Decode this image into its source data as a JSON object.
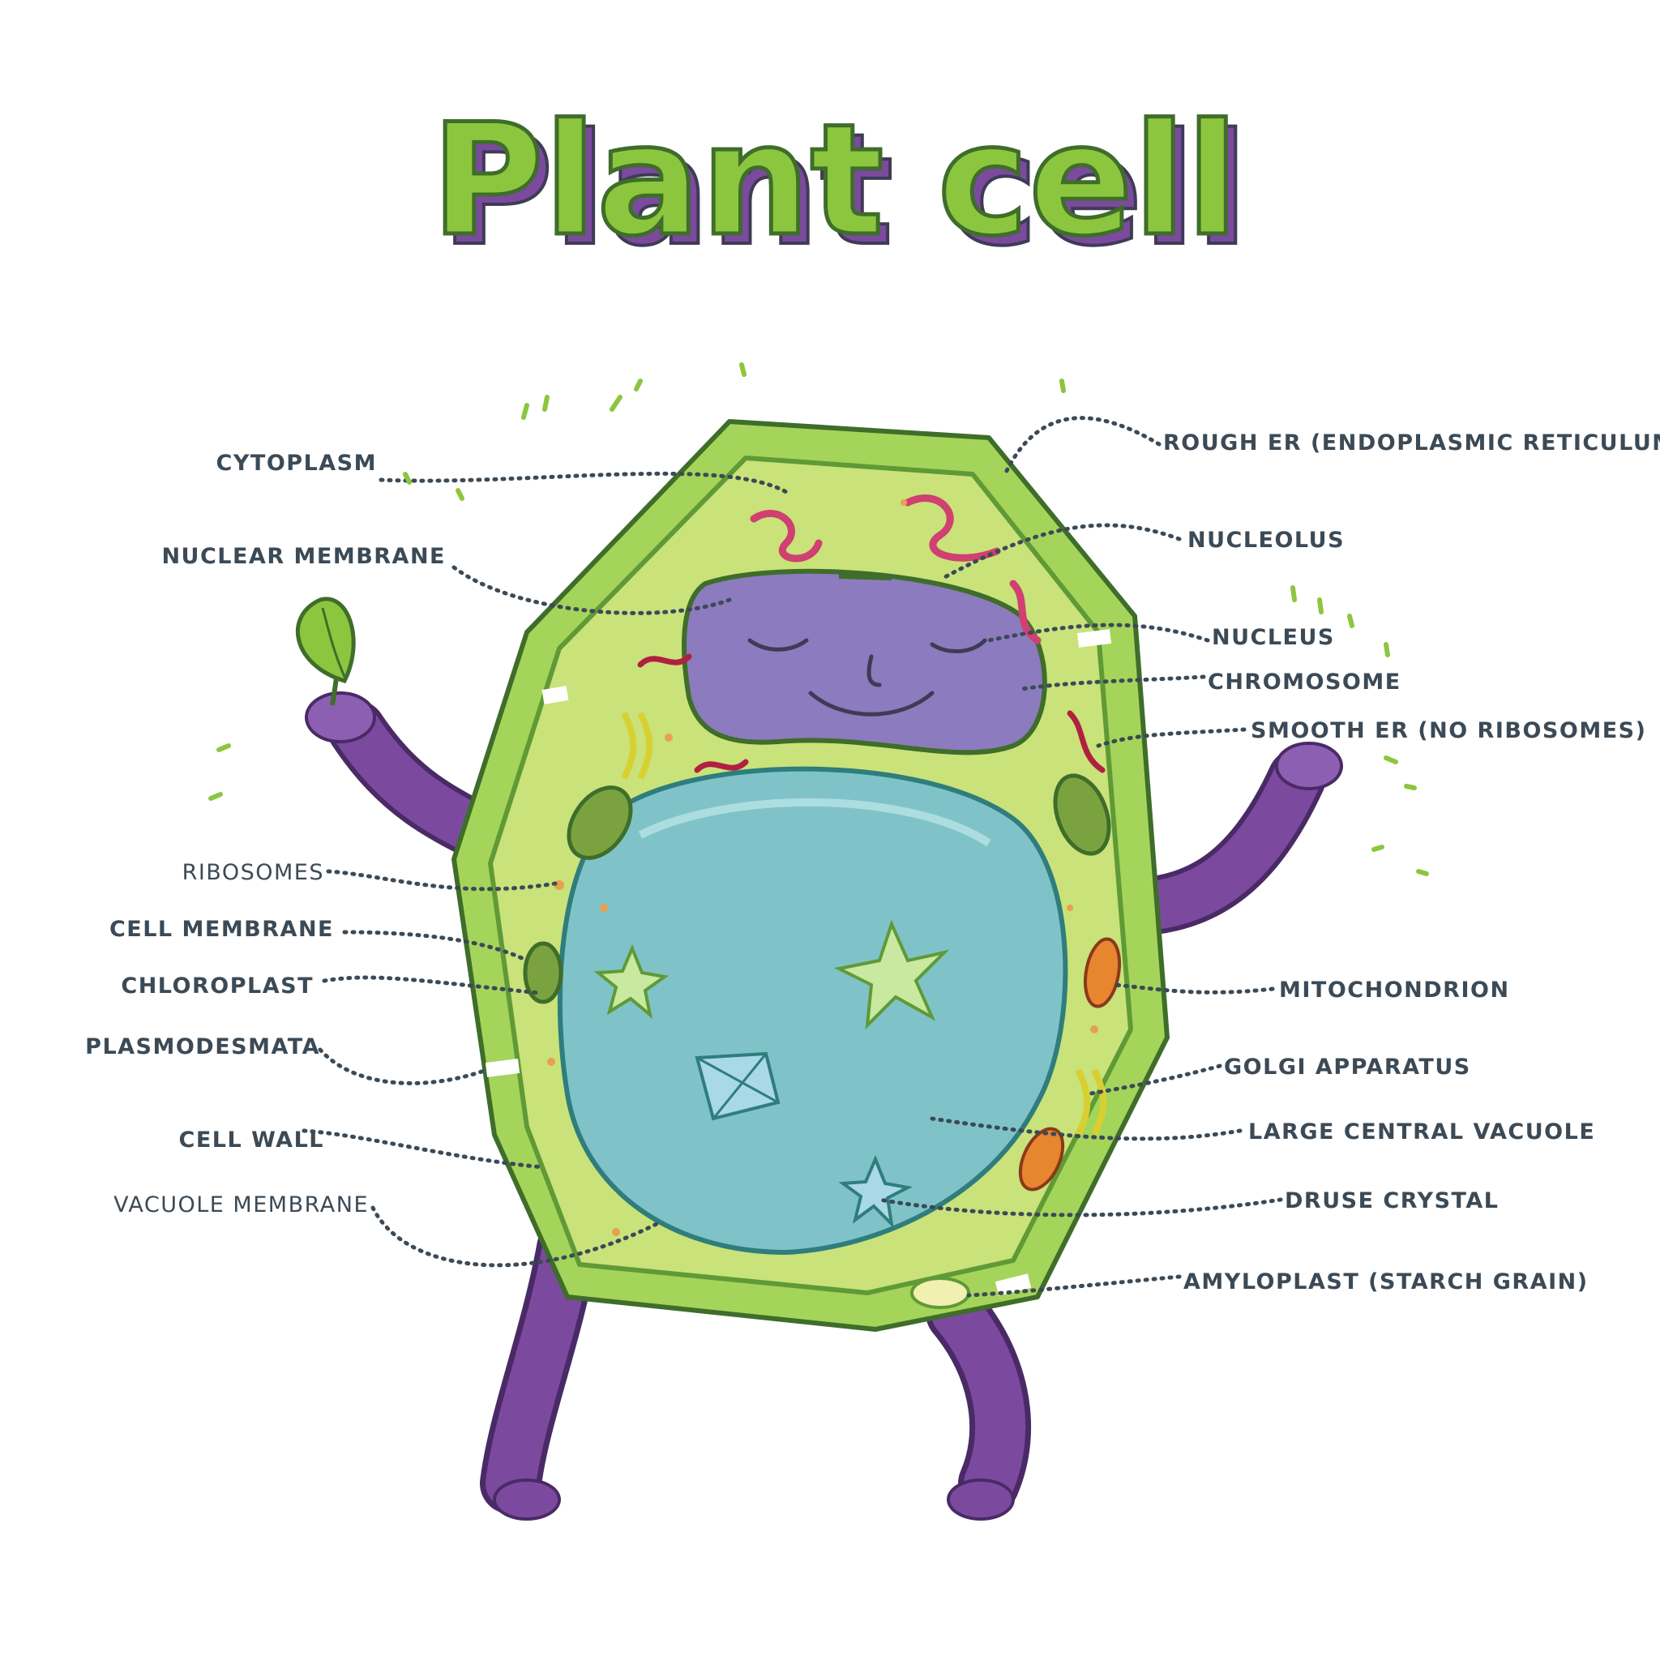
{
  "title": "Plant cell",
  "colors": {
    "title_fill": "#8cc63f",
    "title_shadow": "#7b4a9e",
    "title_outline": "#3f6d2a",
    "cell_wall": "#8cc63f",
    "cytoplasm": "#c9e27a",
    "nucleus": "#8c7bbf",
    "vacuole": "#7fc3c9",
    "limbs": "#7b4a9e",
    "label_text": "#3b4a56",
    "leader_line": "#3b4a56"
  },
  "labels": {
    "cytoplasm": "CYTOPLASM",
    "nuclear_membrane": "NUCLEAR MEMBRANE",
    "ribosomes": "RIBOSOMES",
    "cell_membrane": "CELL MEMBRANE",
    "chloroplast": "CHLOROPLAST",
    "plasmodesmata": "PLASMODESMATA",
    "cell_wall": "CELL WALL",
    "vacuole_membrane": "VACUOLE MEMBRANE",
    "rough_er": "ROUGH ER (ENDOPLASMIC RETICULUM)",
    "nucleolus": "NUCLEOLUS",
    "nucleus": "NUCLEUS",
    "chromosome": "CHROMOSOME",
    "smooth_er": "SMOOTH ER (NO RIBOSOMES)",
    "mitochondrion": "MITOCHONDRION",
    "golgi_apparatus": "GOLGI APPARATUS",
    "large_central_vacuole": "LARGE CENTRAL VACUOLE",
    "druse_crystal": "DRUSE CRYSTAL",
    "amyloplast": "AMYLOPLAST (STARCH GRAIN)"
  }
}
